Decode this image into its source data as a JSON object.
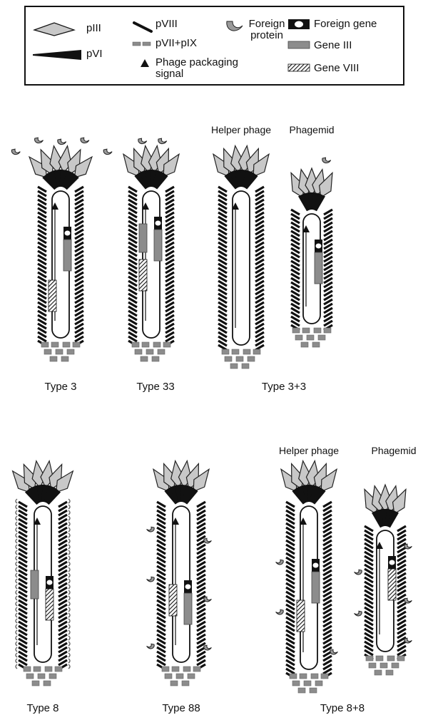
{
  "legend": {
    "items": [
      {
        "icon": "piii-diamond-icon",
        "label": "pIII",
        "color": "#c8c8c8"
      },
      {
        "icon": "pvi-wedge-icon",
        "label": "pVI",
        "color": "#111111"
      },
      {
        "icon": "pviii-stroke-icon",
        "label": "pVIII",
        "color": "#111111"
      },
      {
        "icon": "pvii-pix-dash-icon",
        "label": "pVII+pIX",
        "color": "#8c8c8c"
      },
      {
        "icon": "packaging-signal-triangle-icon",
        "label": "Phage packaging signal",
        "color": "#111111"
      },
      {
        "icon": "foreign-protein-crescent-icon",
        "label": "Foreign protein",
        "color": "#9a9a9a"
      },
      {
        "icon": "foreign-gene-block-icon",
        "label": "Foreign gene",
        "color": "#111111"
      },
      {
        "icon": "gene-iii-block-icon",
        "label": "Gene III",
        "color": "#8c8c8c"
      },
      {
        "icon": "gene-viii-hatched-icon",
        "label": "Gene VIII",
        "color": "#111111"
      }
    ]
  },
  "panels": {
    "top": {
      "captions": [
        "Type 3",
        "Type 33",
        "Type 3+3"
      ],
      "labels": [
        "Helper phage",
        "Phagemid"
      ]
    },
    "bottom": {
      "captions": [
        "Type 8",
        "Type 88",
        "Type 8+8"
      ],
      "labels": [
        "Helper phage",
        "Phagemid"
      ]
    }
  }
}
